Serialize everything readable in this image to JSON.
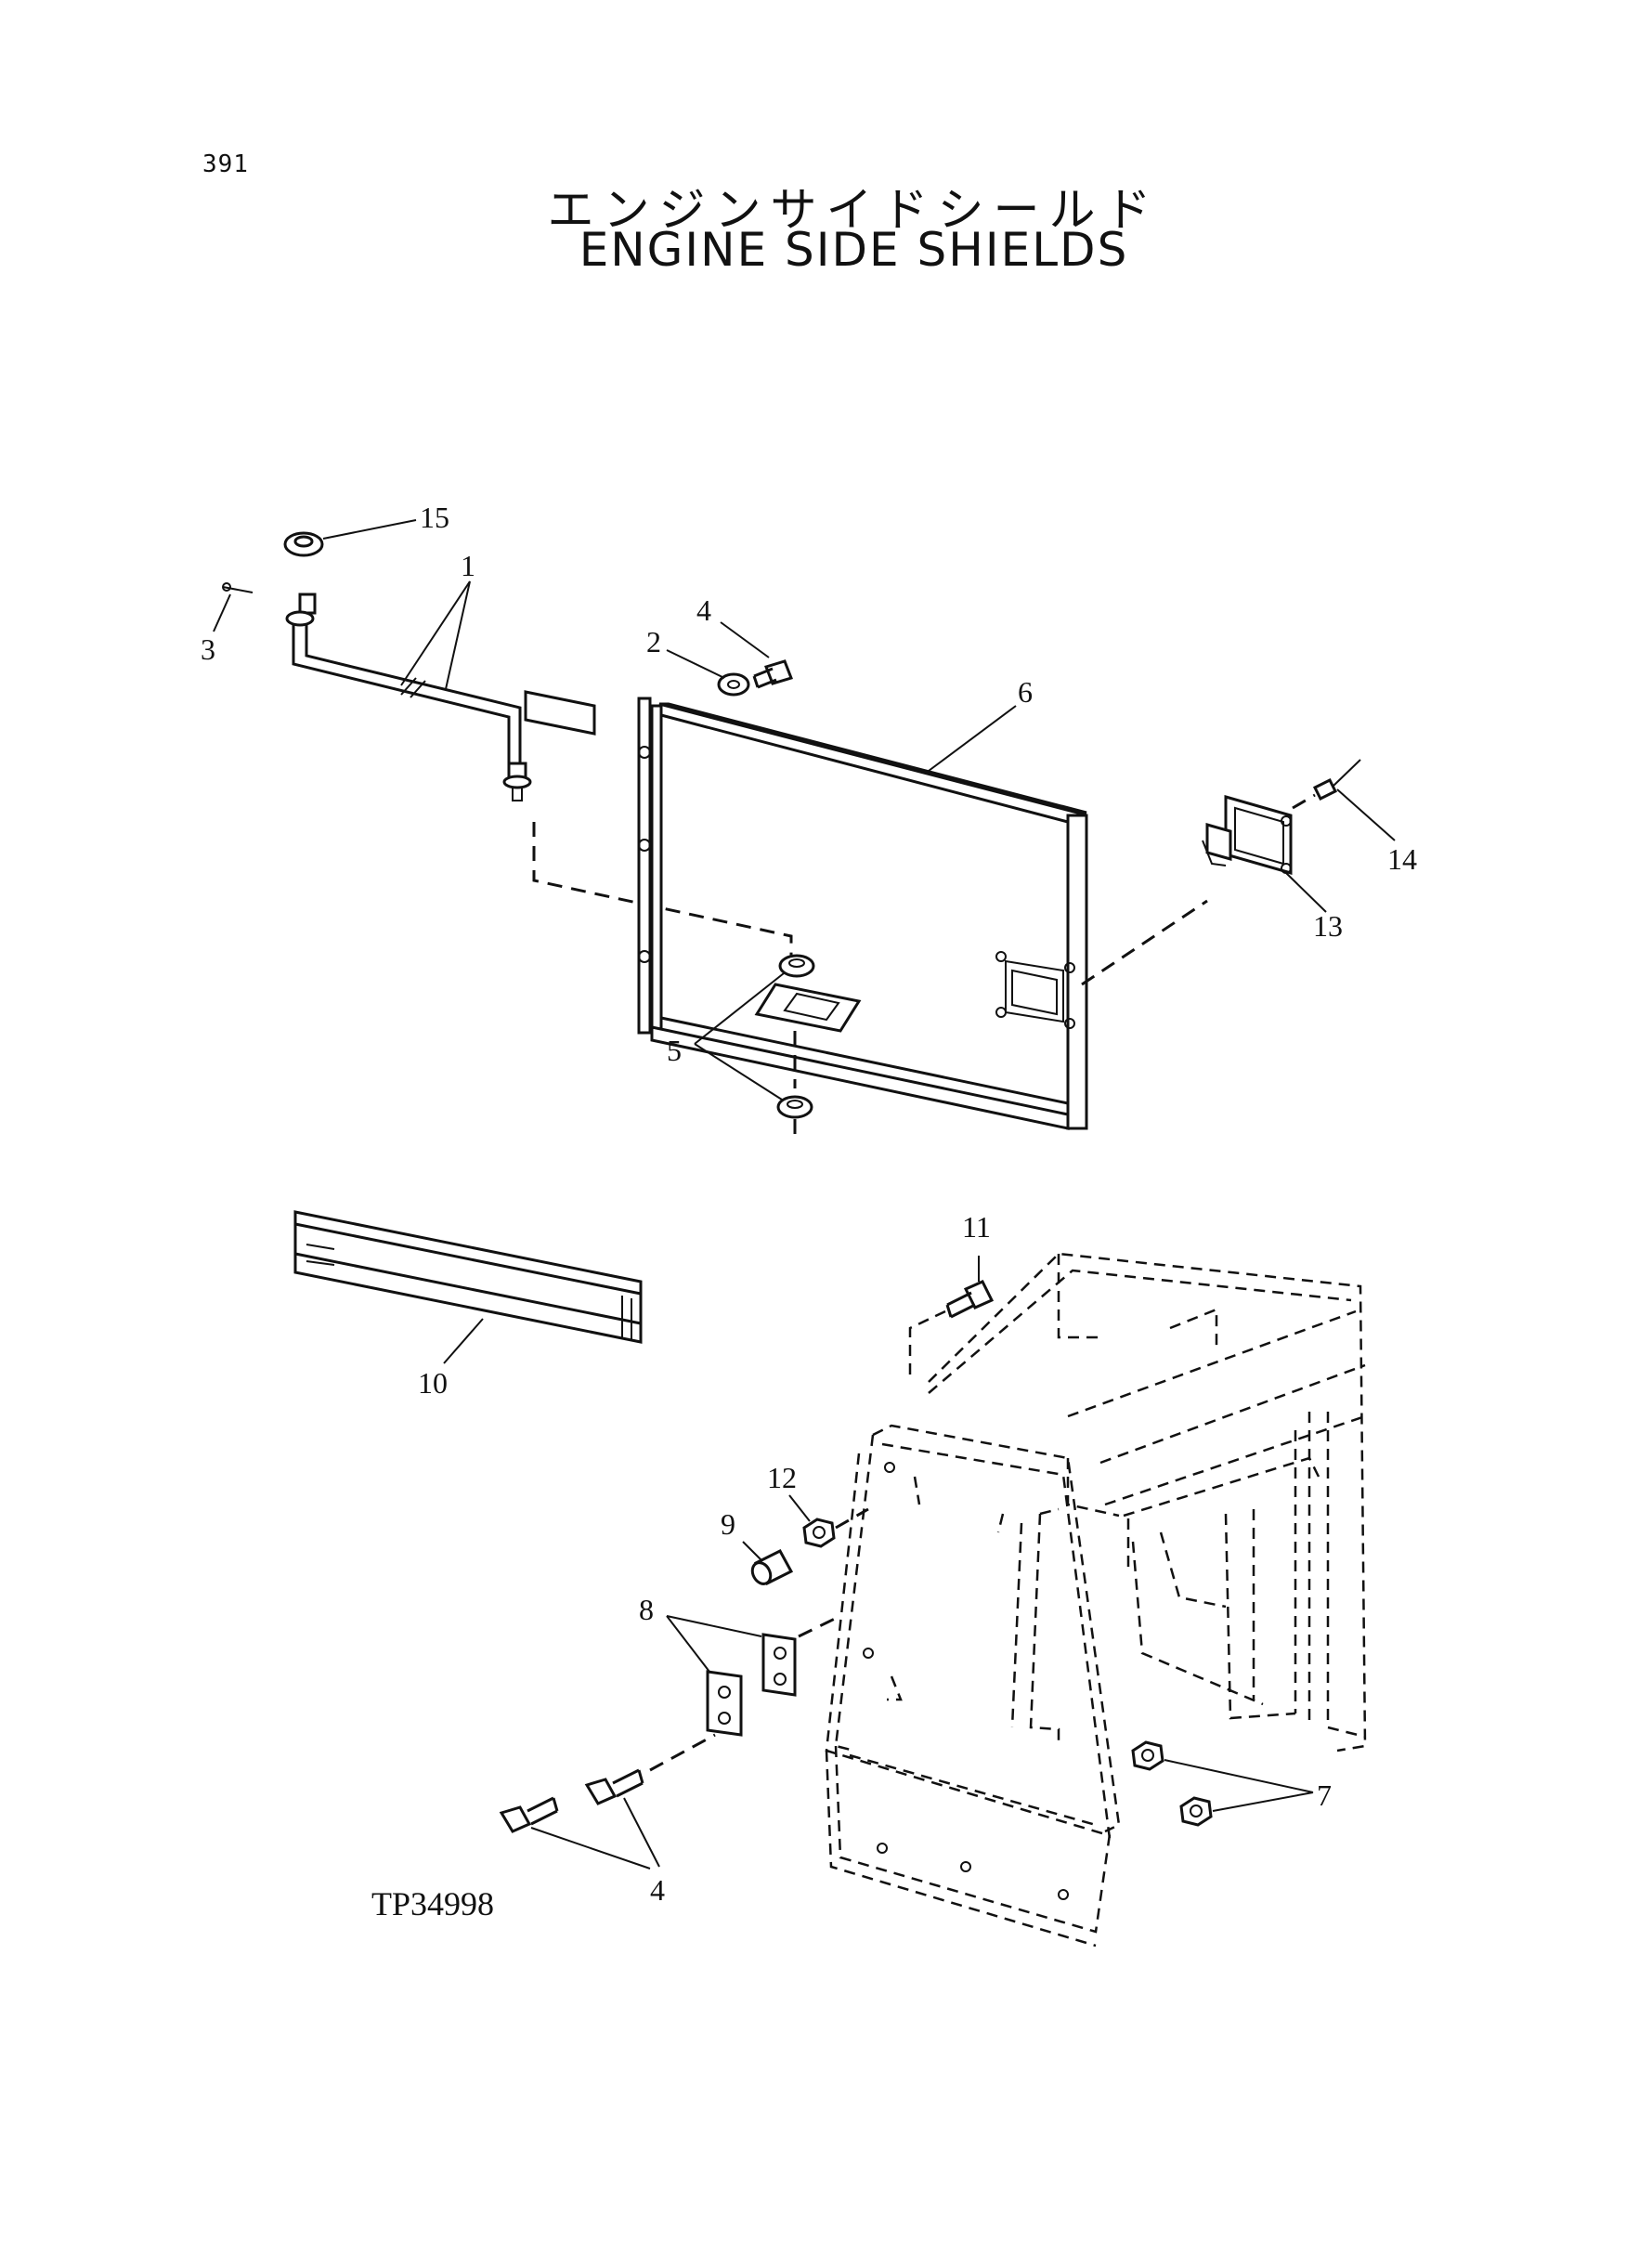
{
  "page": {
    "number": "391"
  },
  "title": {
    "japanese": "エンジンサイドシールド",
    "english": "ENGINE SIDE SHIELDS"
  },
  "figure_code": "TP34998",
  "callouts": {
    "c1": "1",
    "c2": "2",
    "c3": "3",
    "c4a": "4",
    "c4b": "4",
    "c5": "5",
    "c6": "6",
    "c7": "7",
    "c8": "8",
    "c9": "9",
    "c10": "10",
    "c11": "11",
    "c12": "12",
    "c13": "13",
    "c14": "14",
    "c15": "15"
  }
}
